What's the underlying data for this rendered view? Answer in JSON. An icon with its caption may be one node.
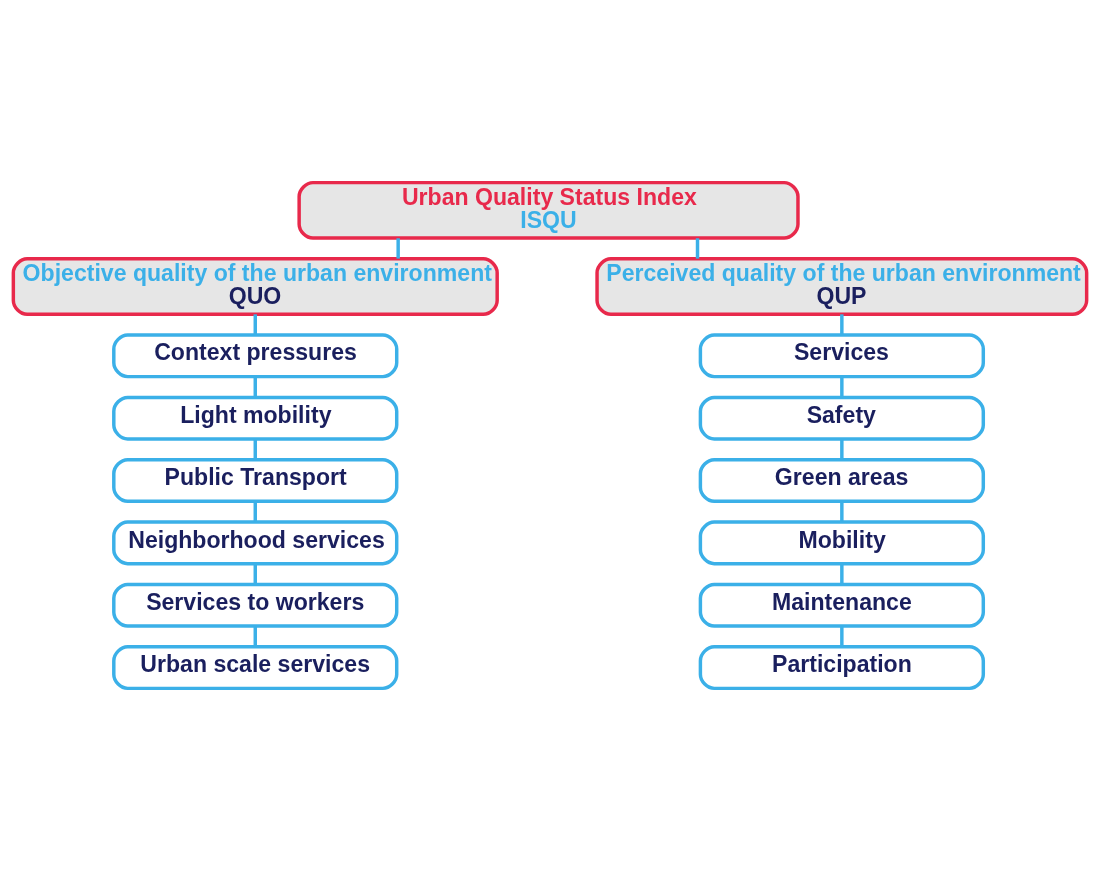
{
  "diagram": {
    "nodes": [
      {
        "text": [
          "Urban Quality Status Index",
          "ISQU"
        ]
      },
      {
        "text": [
          "Objective quality of the urban environment",
          "QUO"
        ]
      },
      {
        "text": [
          "Perceived quality of the urban environment",
          "QUP"
        ]
      },
      {
        "text": [
          "Context pressures"
        ]
      },
      {
        "text": [
          "Light mobility"
        ]
      },
      {
        "text": [
          "Public Transport"
        ]
      },
      {
        "text": [
          "Neighborhood services"
        ]
      },
      {
        "text": [
          "Services to workers"
        ]
      },
      {
        "text": [
          "Urban scale services"
        ]
      },
      {
        "text": [
          "Services"
        ]
      },
      {
        "text": [
          "Safety"
        ]
      },
      {
        "text": [
          "Green areas"
        ]
      },
      {
        "text": [
          "Mobility"
        ]
      },
      {
        "text": [
          "Maintenance"
        ]
      },
      {
        "text": [
          "Participation"
        ]
      }
    ],
    "edges": [
      {
        "from": 0,
        "to": 1,
        "arrow": "none"
      },
      {
        "from": 0,
        "to": 2,
        "arrow": "none"
      },
      {
        "from": 1,
        "to": 3,
        "arrow": "none"
      },
      {
        "from": 3,
        "to": 4,
        "arrow": "none"
      },
      {
        "from": 4,
        "to": 5,
        "arrow": "none"
      },
      {
        "from": 5,
        "to": 6,
        "arrow": "none"
      },
      {
        "from": 6,
        "to": 7,
        "arrow": "none"
      },
      {
        "from": 7,
        "to": 8,
        "arrow": "none"
      },
      {
        "from": 2,
        "to": 9,
        "arrow": "none"
      },
      {
        "from": 9,
        "to": 10,
        "arrow": "none"
      },
      {
        "from": 10,
        "to": 11,
        "arrow": "none"
      },
      {
        "from": 11,
        "to": 12,
        "arrow": "none"
      },
      {
        "from": 12,
        "to": 13,
        "arrow": "none"
      },
      {
        "from": 13,
        "to": 14,
        "arrow": "none"
      }
    ]
  }
}
